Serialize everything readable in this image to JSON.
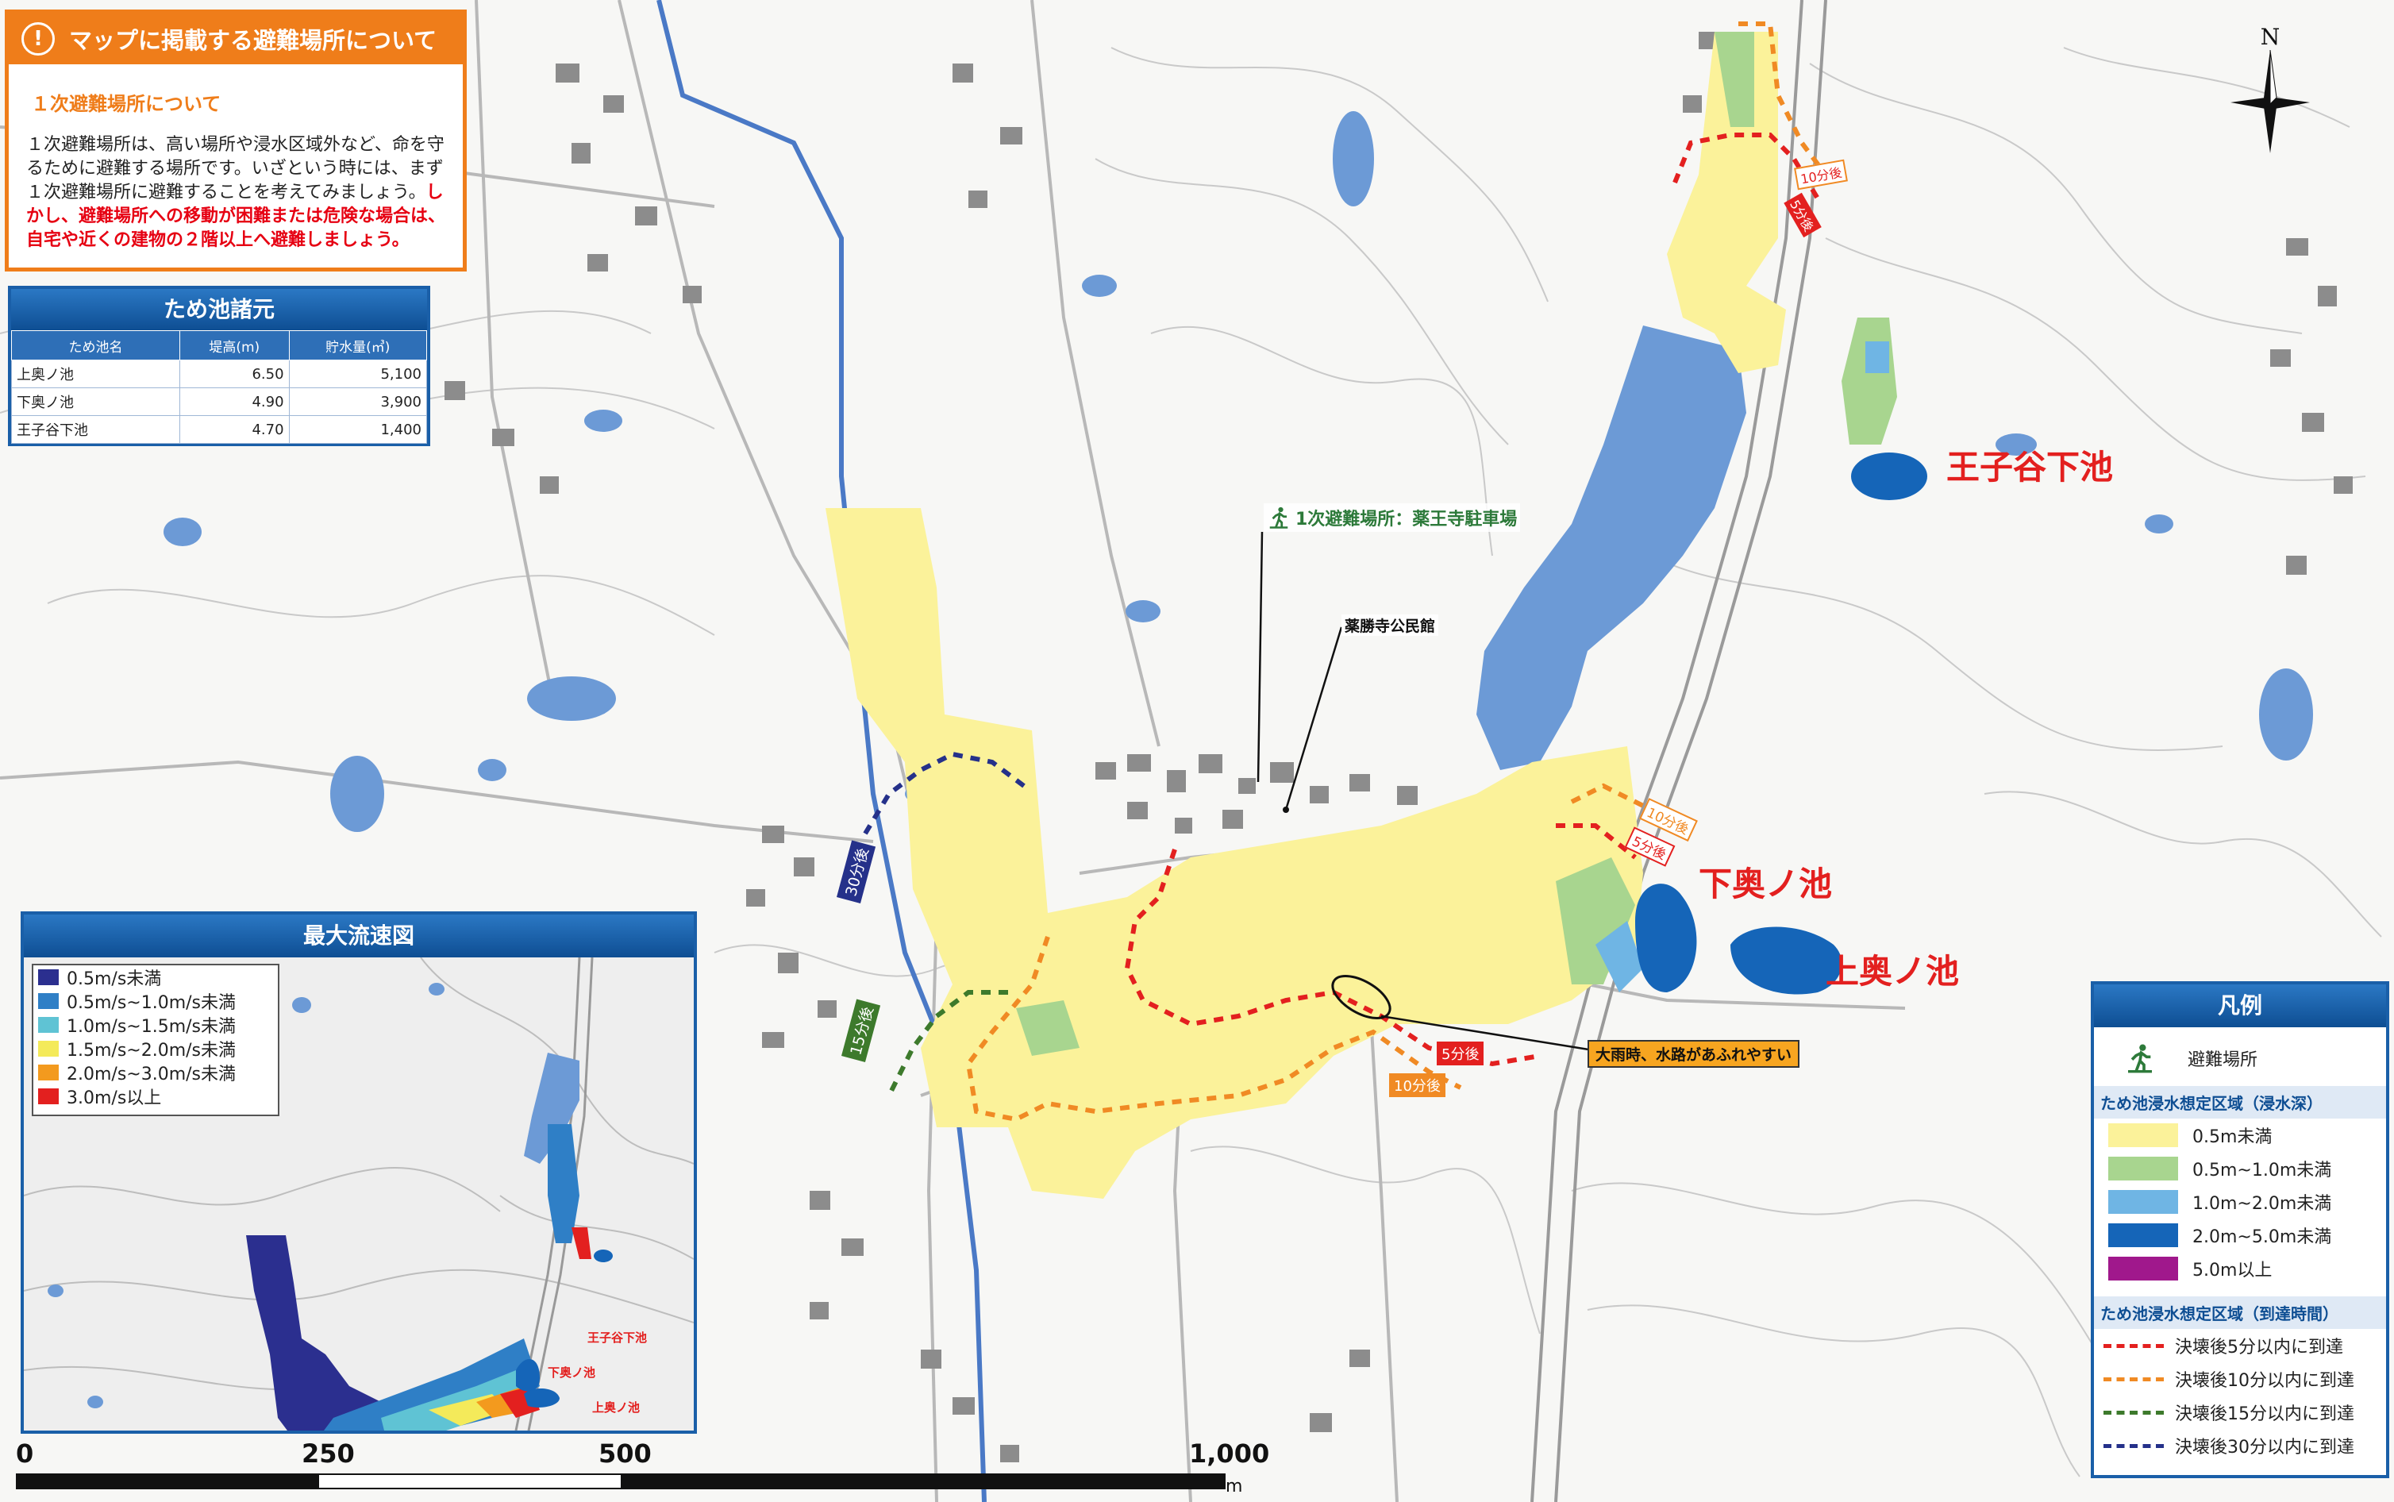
{
  "notice": {
    "title": "マップに掲載する避難場所について",
    "icon": "exclamation-icon",
    "subtitle": "１次避難場所について",
    "body": "１次避難場所は、高い場所や浸水区域外など、命を守るために避難する場所です。いざという時には、まず１次避難場所に避難することを考えてみましょう。",
    "body_red": "しかし、避難場所への移動が困難または危険な場合は、自宅や近くの建物の２階以上へ避難しましょう。"
  },
  "specs": {
    "title": "ため池諸元",
    "headers": [
      "ため池名",
      "堤高(m)",
      "貯水量(㎥)"
    ],
    "rows": [
      {
        "name": "上奥ノ池",
        "height": "6.50",
        "volume": "5,100"
      },
      {
        "name": "下奥ノ池",
        "height": "4.90",
        "volume": "3,900"
      },
      {
        "name": "王子谷下池",
        "height": "4.70",
        "volume": "1,400"
      }
    ]
  },
  "velocity": {
    "title": "最大流速図",
    "items": [
      {
        "label": "0.5m/s未満",
        "color": "#2b2f8f"
      },
      {
        "label": "0.5m/s~1.0m/s未満",
        "color": "#2f7fc6"
      },
      {
        "label": "1.0m/s~1.5m/s未満",
        "color": "#5fc3d4"
      },
      {
        "label": "1.5m/s~2.0m/s未満",
        "color": "#f4ea5a"
      },
      {
        "label": "2.0m/s~3.0m/s未満",
        "color": "#f39a1e"
      },
      {
        "label": "3.0m/s以上",
        "color": "#e3201f"
      }
    ],
    "labels": {
      "ojidani": "王子谷下池",
      "shimo": "下奥ノ池",
      "kami": "上奥ノ池"
    }
  },
  "map_labels": {
    "ojidani": "王子谷下池",
    "shimo": "下奥ノ池",
    "kami": "上奥ノ池",
    "shelter": "1次避難場所：薬王寺駐車場",
    "hall": "薬勝寺公民館",
    "warning": "大雨時、水路があふれやすい",
    "min5": "5分後",
    "min10": "10分後",
    "min15": "15分後",
    "min30": "30分後",
    "north": "N"
  },
  "legend": {
    "title": "凡例",
    "shelter": "避難場所",
    "shelter_icon": "running-person-icon",
    "depth_title": "ため池浸水想定区域（浸水深）",
    "depth": [
      {
        "label": "0.5m未満",
        "color": "#fbf29a"
      },
      {
        "label": "0.5m~1.0m未満",
        "color": "#a8d58f"
      },
      {
        "label": "1.0m~2.0m未満",
        "color": "#6fb5e4"
      },
      {
        "label": "2.0m~5.0m未満",
        "color": "#1565b8"
      },
      {
        "label": "5.0m以上",
        "color": "#a0188c"
      }
    ],
    "time_title": "ため池浸水想定区域（到達時間）",
    "time": [
      {
        "label": "決壊後5分以内に到達",
        "color": "#e3201f"
      },
      {
        "label": "決壊後10分以内に到達",
        "color": "#f08a24"
      },
      {
        "label": "決壊後15分以内に到達",
        "color": "#3d7a2c"
      },
      {
        "label": "決壊後30分以内に到達",
        "color": "#25318a"
      }
    ]
  },
  "scale": {
    "ticks": [
      "0",
      "250",
      "500",
      "1,000"
    ],
    "unit": "m"
  }
}
